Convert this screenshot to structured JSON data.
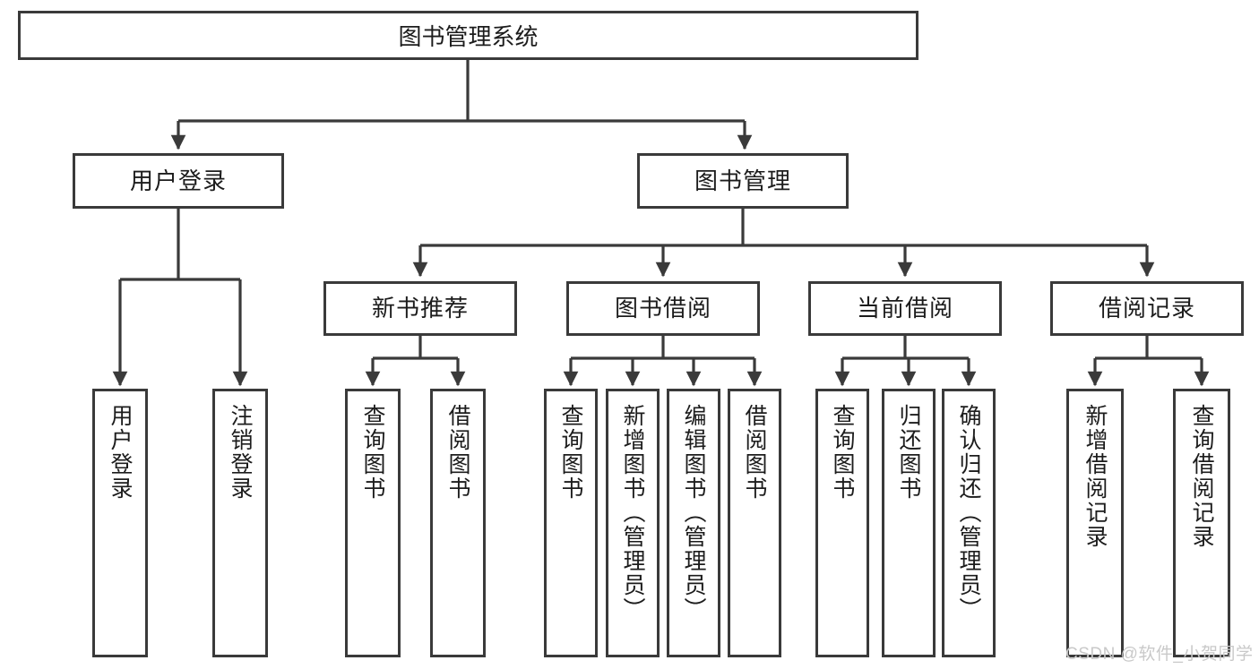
{
  "diagram": {
    "title": "图书管理系统",
    "type": "功能结构图",
    "orientation": "top-down-tree",
    "colors": {
      "box_border": "#3a3a3a",
      "box_fill": "#ffffff",
      "edge": "#3a3a3a",
      "text": "#1c1c1c",
      "watermark": "#c9c9c9"
    }
  },
  "nodes": {
    "root": {
      "label": "图书管理系统"
    },
    "level2": [
      {
        "id": "user-login",
        "label": "用户登录"
      },
      {
        "id": "book-manage",
        "label": "图书管理"
      }
    ],
    "level3": [
      {
        "id": "new-book-rec",
        "label": "新书推荐"
      },
      {
        "id": "book-borrow",
        "label": "图书借阅"
      },
      {
        "id": "current-borrow",
        "label": "当前借阅"
      },
      {
        "id": "borrow-record",
        "label": "借阅记录"
      }
    ],
    "leaves": {
      "user-login": [
        {
          "id": "leaf-user-login",
          "label": "用户登录"
        },
        {
          "id": "leaf-user-logout",
          "label": "注销登录"
        }
      ],
      "new-book-rec": [
        {
          "id": "leaf-query-book-1",
          "label": "查询图书"
        },
        {
          "id": "leaf-borrow-book-1",
          "label": "借阅图书"
        }
      ],
      "book-borrow": [
        {
          "id": "leaf-query-book-2",
          "label": "查询图书"
        },
        {
          "id": "leaf-add-book",
          "label": "新增图书（管理员）"
        },
        {
          "id": "leaf-edit-book",
          "label": "编辑图书（管理员）"
        },
        {
          "id": "leaf-borrow-book-2",
          "label": "借阅图书"
        }
      ],
      "current-borrow": [
        {
          "id": "leaf-query-book-3",
          "label": "查询图书"
        },
        {
          "id": "leaf-return-book",
          "label": "归还图书"
        },
        {
          "id": "leaf-confirm-return",
          "label": "确认归还（管理员）"
        }
      ],
      "borrow-record": [
        {
          "id": "leaf-add-record",
          "label": "新增借阅记录"
        },
        {
          "id": "leaf-query-record",
          "label": "查询借阅记录"
        }
      ]
    }
  },
  "watermark": {
    "text": "CSDN @软件_小贺同学"
  }
}
